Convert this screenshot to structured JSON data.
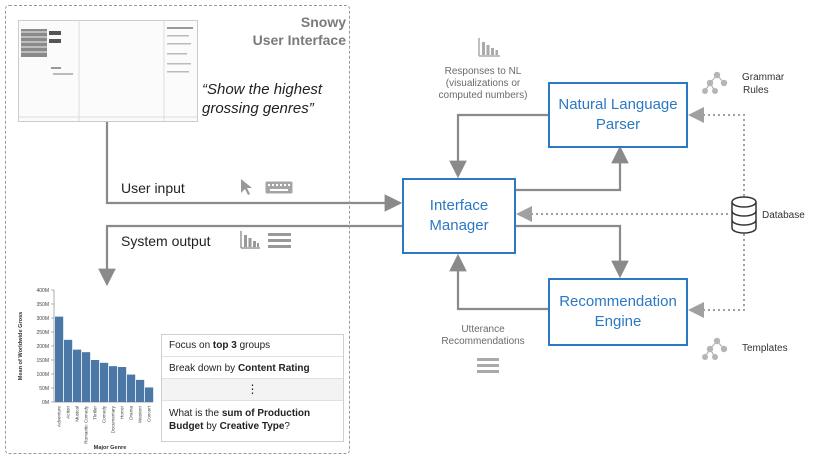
{
  "frame": {
    "title_line1": "Snowy",
    "title_line2": "User Interface"
  },
  "quote": "“Show the highest grossing genres”",
  "flows": {
    "user_input": "User input",
    "system_output": "System output"
  },
  "boxes": {
    "interface_manager": {
      "line1": "Interface",
      "line2": "Manager"
    },
    "nl_parser": {
      "line1": "Natural Language",
      "line2": "Parser"
    },
    "rec_engine": {
      "line1": "Recommendation",
      "line2": "Engine"
    }
  },
  "labels": {
    "responses": [
      "Responses to NL",
      "(visualizations or",
      "computed numbers)"
    ],
    "utterance": [
      "Utterance",
      "Recommendations"
    ],
    "grammar": [
      "Grammar",
      "Rules"
    ],
    "database": "Database",
    "templates": "Templates"
  },
  "icons": [
    "chart-icon",
    "cursor-icon",
    "keyboard-icon",
    "list-icon",
    "database-icon",
    "tree-icon"
  ],
  "colors": {
    "accent": "#2b78c4",
    "arrow": "#8a8a8a",
    "bar": "#4c78a8"
  },
  "chart_data": {
    "type": "bar",
    "categories": [
      "Adventure",
      "Action",
      "Musical",
      "Romantic Comedy",
      "Thriller",
      "Comedy",
      "Documentary",
      "Horror",
      "Drama",
      "Western",
      "Concert"
    ],
    "values": [
      305,
      222,
      187,
      178,
      150,
      140,
      128,
      125,
      98,
      79,
      52
    ],
    "y_ticks": [
      "0M",
      "50M",
      "100M",
      "150M",
      "200M",
      "250M",
      "300M",
      "350M",
      "400M"
    ],
    "xlabel": "Major Genre",
    "ylabel": "Mean of Worldwide Gross",
    "ylim": [
      0,
      400
    ]
  },
  "recommendations": [
    {
      "pre": "Focus on ",
      "bold": "top 3",
      "post": " groups"
    },
    {
      "pre": "Break down by ",
      "bold": "Content Rating",
      "post": ""
    },
    {
      "pre": "⋮",
      "bold": "",
      "post": ""
    },
    {
      "pre": "What is the ",
      "bold": "sum of Production",
      "mid": "",
      "bold2": "Budget",
      "mid2": " by ",
      "bold3": "Creative Type",
      "post": "?"
    }
  ]
}
